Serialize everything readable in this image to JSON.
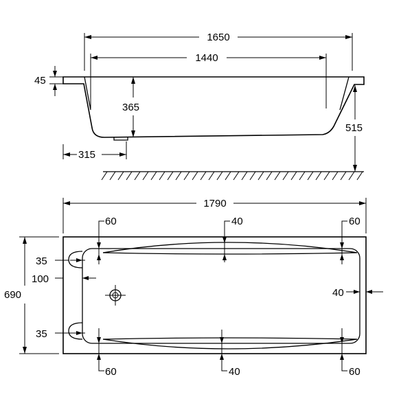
{
  "side_view": {
    "overall_length": "1650",
    "inner_length": "1440",
    "rim_thickness": "45",
    "inner_depth": "365",
    "total_height": "515",
    "drain_offset": "315"
  },
  "top_view": {
    "overall_length": "1790",
    "overall_width": "690",
    "top_margin_left": "60",
    "top_margin_center": "40",
    "top_margin_right": "60",
    "bottom_margin_left": "60",
    "bottom_margin_center": "40",
    "bottom_margin_right": "60",
    "armrest_top": "35",
    "armrest_bottom": "35",
    "left_margin": "100",
    "right_margin": "40"
  }
}
